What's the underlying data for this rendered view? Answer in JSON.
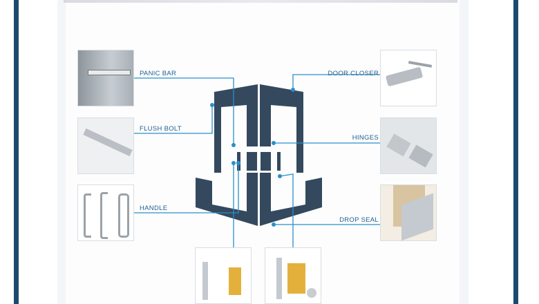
{
  "labels": {
    "panic_bar": "PANIC BAR",
    "flush_bolt": "FLUSH BOLT",
    "handle": "HANDLE",
    "door_closer": "DOOR CLOSER",
    "hinges": "HINGES",
    "drop_seal": "DROP SEAL"
  },
  "colors": {
    "frame": "#1b4a6e",
    "logo": "#34495e",
    "line": "#2a8fc8"
  }
}
